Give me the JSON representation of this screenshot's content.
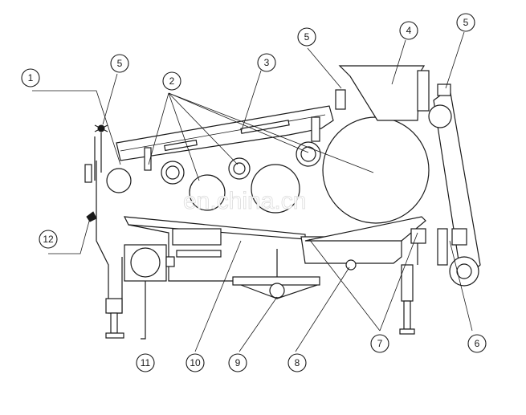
{
  "callouts": [
    {
      "id": "c1",
      "label": "1"
    },
    {
      "id": "c5a",
      "label": "5"
    },
    {
      "id": "c2",
      "label": "2"
    },
    {
      "id": "c3",
      "label": "3"
    },
    {
      "id": "c5b",
      "label": "5"
    },
    {
      "id": "c4",
      "label": "4"
    },
    {
      "id": "c5c",
      "label": "5"
    },
    {
      "id": "c12",
      "label": "12"
    },
    {
      "id": "c6",
      "label": "6"
    },
    {
      "id": "c7",
      "label": "7"
    },
    {
      "id": "c8",
      "label": "8"
    },
    {
      "id": "c9",
      "label": "9"
    },
    {
      "id": "c10",
      "label": "10"
    },
    {
      "id": "c11",
      "label": "11"
    }
  ],
  "watermark": "en.china.cn"
}
